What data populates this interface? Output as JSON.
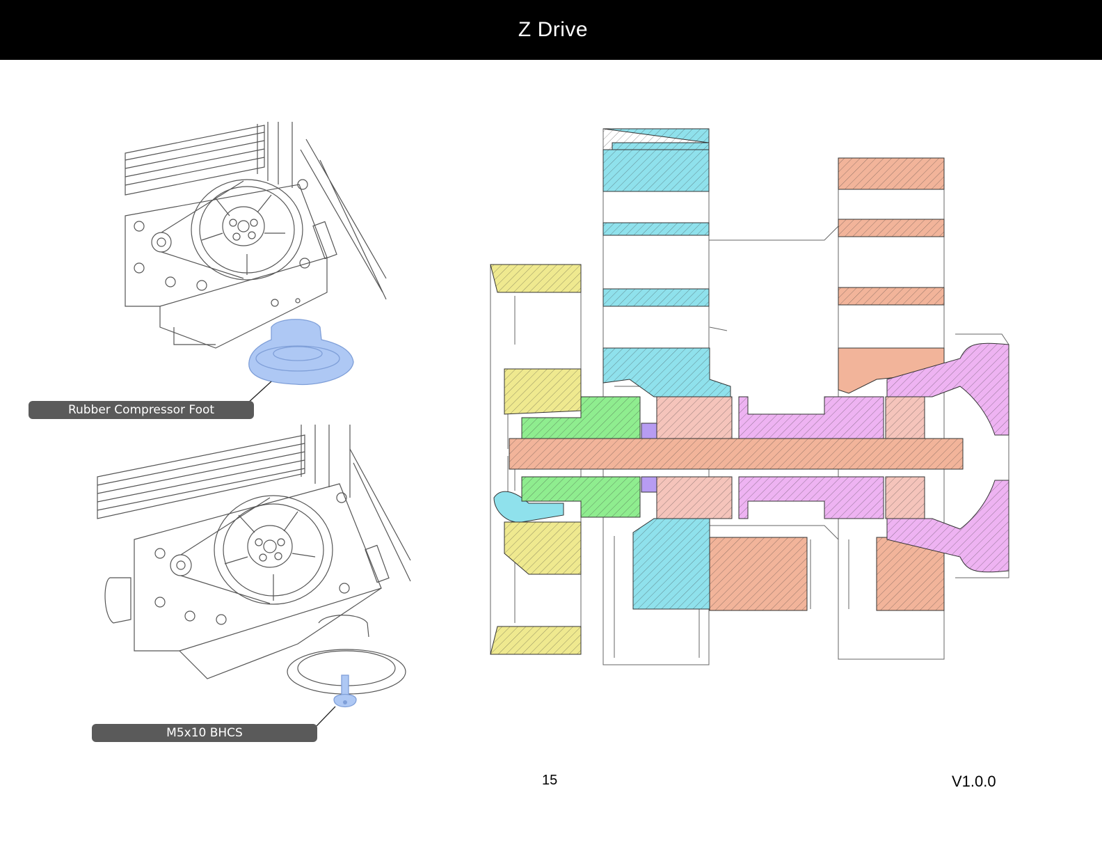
{
  "header": {
    "title": "Z Drive"
  },
  "callouts": {
    "foot": "Rubber Compressor Foot",
    "screw": "M5x10 BHCS"
  },
  "footer": {
    "page_number": "15",
    "version": "V1.0.0"
  },
  "colors": {
    "highlight_blue": "#aec8f4",
    "cyan": "#8fe1ec",
    "salmon": "#f2b49a",
    "pink": "#f5c4bb",
    "green": "#8fed8f",
    "yellow": "#efe98f",
    "magenta": "#eeb3f2",
    "purple": "#b79cf2"
  }
}
